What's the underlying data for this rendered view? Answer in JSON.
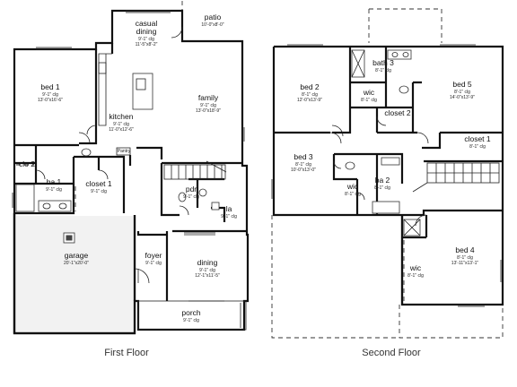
{
  "first_floor": {
    "caption": "First Floor",
    "rooms": [
      {
        "id": "patio",
        "name": "patio",
        "dim": "10'-0\"x8'-0\""
      },
      {
        "id": "casual-dining",
        "name": "casual\ndining",
        "dim": "9'-1\" clg\n11'-5\"x8'-2\""
      },
      {
        "id": "bed-1",
        "name": "bed 1",
        "dim": "9'-1\" clg\n13'-0\"x16'-6\""
      },
      {
        "id": "family",
        "name": "family",
        "dim": "9'-1\" clg\n13'-0\"x18'-9\""
      },
      {
        "id": "kitchen",
        "name": "kitchen",
        "dim": "9'-1\" clg\n11'-0\"x12'-6\""
      },
      {
        "id": "clo-2",
        "name": "clo 2",
        "dim": ""
      },
      {
        "id": "ba-1",
        "name": "ba 1",
        "dim": "9'-1\" clg"
      },
      {
        "id": "closet-1",
        "name": "closet 1",
        "dim": "9'-1\" clg"
      },
      {
        "id": "pdr",
        "name": "pdr",
        "dim": "9'-1\" clg"
      },
      {
        "id": "la",
        "name": "la",
        "dim": "9'-1\" clg"
      },
      {
        "id": "garage",
        "name": "garage",
        "dim": "20'-1\"x20'-0\""
      },
      {
        "id": "foyer",
        "name": "foyer",
        "dim": "9'-1\" clg"
      },
      {
        "id": "dining",
        "name": "dining",
        "dim": "9'-1\" clg\n12'-1\"x11'-5\""
      },
      {
        "id": "porch",
        "name": "porch",
        "dim": "9'-1\" clg"
      }
    ],
    "pantry_label": "Pantry"
  },
  "second_floor": {
    "caption": "Second Floor",
    "rooms": [
      {
        "id": "bath-3",
        "name": "bath 3",
        "dim": "8'-1\" clg"
      },
      {
        "id": "bed-2",
        "name": "bed 2",
        "dim": "8'-1\" clg\n12'-0\"x13'-9\""
      },
      {
        "id": "wic-1",
        "name": "wic",
        "dim": "8'-1\" clg"
      },
      {
        "id": "bed-5",
        "name": "bed 5",
        "dim": "8'-1\" clg\n14'-0\"x13'-9\""
      },
      {
        "id": "closet-2",
        "name": "closet 2",
        "dim": ""
      },
      {
        "id": "closet-1b",
        "name": "closet 1",
        "dim": "8'-1\" clg"
      },
      {
        "id": "bed-3",
        "name": "bed 3",
        "dim": "8'-1\" clg\n10'-0\"x13'-0\""
      },
      {
        "id": "wic-2",
        "name": "wic",
        "dim": "8'-1\" clg"
      },
      {
        "id": "ba-2",
        "name": "ba 2",
        "dim": "8'-1\" clg"
      },
      {
        "id": "bed-4",
        "name": "bed 4",
        "dim": "8'-1\" clg\n13'-11\"x13'-1\""
      },
      {
        "id": "wic-3",
        "name": "wic",
        "dim": "8'-1\" clg"
      }
    ]
  }
}
